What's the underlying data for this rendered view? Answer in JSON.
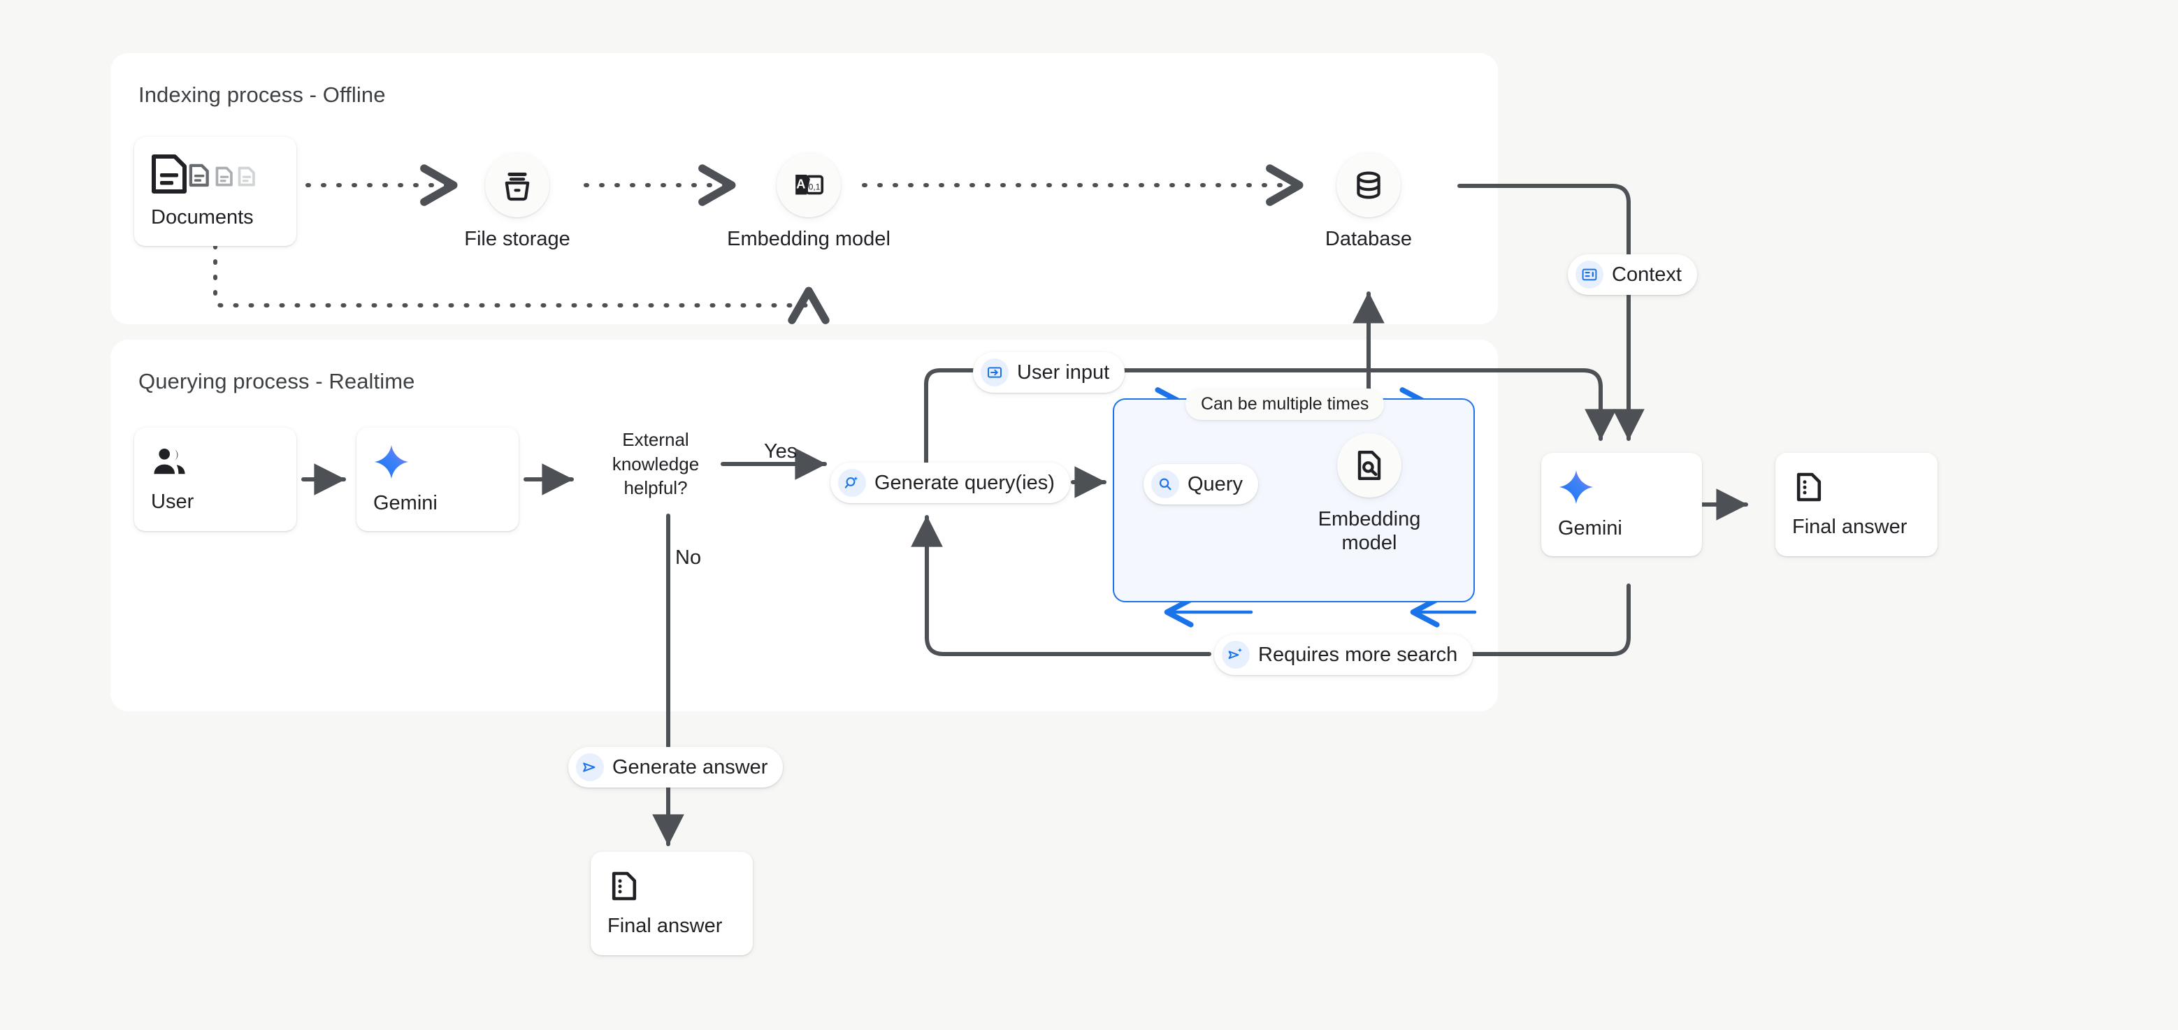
{
  "diagram": {
    "title_indexing": "Indexing process - Offline",
    "title_querying": "Querying process - Realtime"
  },
  "indexing": {
    "nodes": [
      {
        "id": "documents",
        "label": "Documents",
        "icon": "documents-icon"
      },
      {
        "id": "file-storage",
        "label": "File storage",
        "icon": "file-storage-icon"
      },
      {
        "id": "embedding-model",
        "label": "Embedding model",
        "icon": "text-to-vector-icon"
      },
      {
        "id": "database",
        "label": "Database",
        "icon": "database-icon"
      }
    ]
  },
  "querying": {
    "nodes": [
      {
        "id": "user",
        "label": "User",
        "icon": "people-icon"
      },
      {
        "id": "gemini-left",
        "label": "Gemini",
        "icon": "gemini-spark-icon"
      },
      {
        "id": "embedding-model",
        "label": "Embedding\nmodel",
        "icon": "document-search-icon"
      },
      {
        "id": "gemini-right",
        "label": "Gemini",
        "icon": "gemini-spark-icon"
      },
      {
        "id": "final-answer-right",
        "label": "Final answer",
        "icon": "answer-doc-icon"
      },
      {
        "id": "final-answer-bottom",
        "label": "Final answer",
        "icon": "answer-doc-icon"
      }
    ],
    "decision": {
      "label": "External knowledge helpful?"
    },
    "branch_labels": {
      "yes": "Yes",
      "no": "No"
    }
  },
  "chips": {
    "context": {
      "label": "Context",
      "icon": "context-card-icon"
    },
    "user_input": {
      "label": "User input",
      "icon": "input-arrow-icon"
    },
    "generate_query": {
      "label": "Generate query(ies)",
      "icon": "search-sparkle-icon"
    },
    "query": {
      "label": "Query",
      "icon": "search-icon"
    },
    "requires_more": {
      "label": "Requires more search",
      "icon": "send-sparkle-icon"
    },
    "generate_answer": {
      "label": "Generate answer",
      "icon": "send-outline-icon"
    },
    "loop_note": {
      "label": "Can be multiple times"
    }
  },
  "colors": {
    "background": "#f7f7f5",
    "panel": "#ffffff",
    "edge": "#4d5156",
    "accent_blue": "#1a73e8",
    "loop_fill": "#f4f8fe",
    "chip_icon_bg": "#e8f0fe",
    "text": "#202124",
    "gemini_gradient_from": "#1b6ef3",
    "gemini_gradient_to": "#9b72f5"
  }
}
